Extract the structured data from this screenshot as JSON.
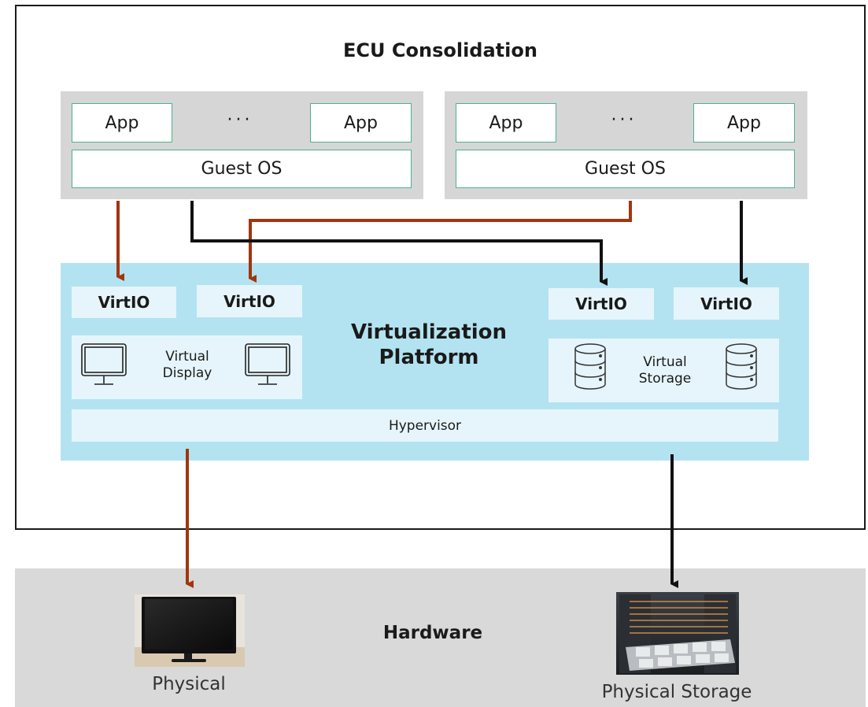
{
  "title": "ECU Consolidation",
  "vms": [
    {
      "app_left": "App",
      "dots": "···",
      "app_right": "App",
      "guest_os": "Guest OS"
    },
    {
      "app_left": "App",
      "dots": "···",
      "app_right": "App",
      "guest_os": "Guest OS"
    }
  ],
  "platform": {
    "title_line1": "Virtualization",
    "title_line2": "Platform",
    "virtio_labels": [
      "VirtIO",
      "VirtIO",
      "VirtIO",
      "VirtIO"
    ],
    "virtual_display_line1": "Virtual",
    "virtual_display_line2": "Display",
    "virtual_storage_line1": "Virtual",
    "virtual_storage_line2": "Storage",
    "hypervisor": "Hypervisor"
  },
  "hardware": {
    "label": "Hardware",
    "physical_display_caption": "Physical",
    "physical_storage_caption": "Physical Storage"
  },
  "colors": {
    "display_path": "#a0360f",
    "storage_path": "#111111",
    "platform_bg": "#b3e3f1",
    "vm_bg": "#d6d6d6",
    "box_border": "#4bb38a"
  }
}
